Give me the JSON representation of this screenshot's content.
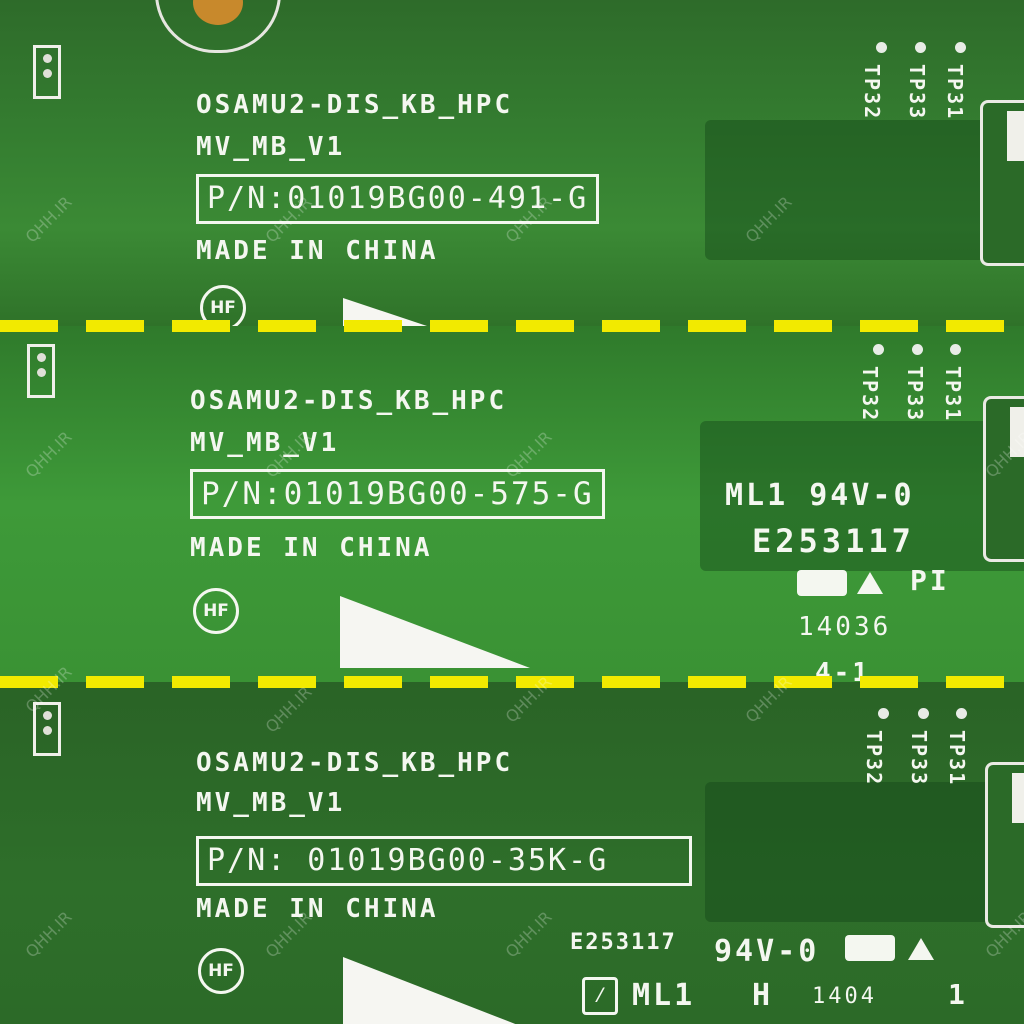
{
  "panels": [
    {
      "model": "OSAMU2-DIS_KB_HPC",
      "version": "MV_MB_V1",
      "part_number": "P/N:01019BG00-491-G",
      "origin": "MADE IN CHINA",
      "hf_mark": "HF",
      "test_points": [
        "TP32",
        "TP33",
        "TP31"
      ]
    },
    {
      "model": "OSAMU2-DIS_KB_HPC",
      "version": "MV_MB_V1",
      "part_number": "P/N:01019BG00-575-G",
      "origin": "MADE IN CHINA",
      "hf_mark": "HF",
      "test_points": [
        "TP32",
        "TP33",
        "TP31"
      ],
      "cert_line1": "ML1 94V-0",
      "cert_line2": "E253117",
      "cert_suffix": "PI",
      "date_code": "14036",
      "rev": "4-1"
    },
    {
      "model": "OSAMU2-DIS_KB_HPC",
      "version": "MV_MB_V1",
      "part_number": "P/N: 01019BG00-35K-G",
      "origin": "MADE IN CHINA",
      "hf_mark": "HF",
      "test_points": [
        "TP32",
        "TP33",
        "TP31"
      ],
      "cert_code": "E253117",
      "flame_rating": "94V-0",
      "cert_line2": "ML1",
      "h_mark": "H",
      "date_code": "1404",
      "rev": "1"
    }
  ],
  "watermark": "QHH.IR",
  "colors": {
    "pcb": "#347d30",
    "silkscreen": "#f4f7f0",
    "divider": "#f2ea00"
  }
}
